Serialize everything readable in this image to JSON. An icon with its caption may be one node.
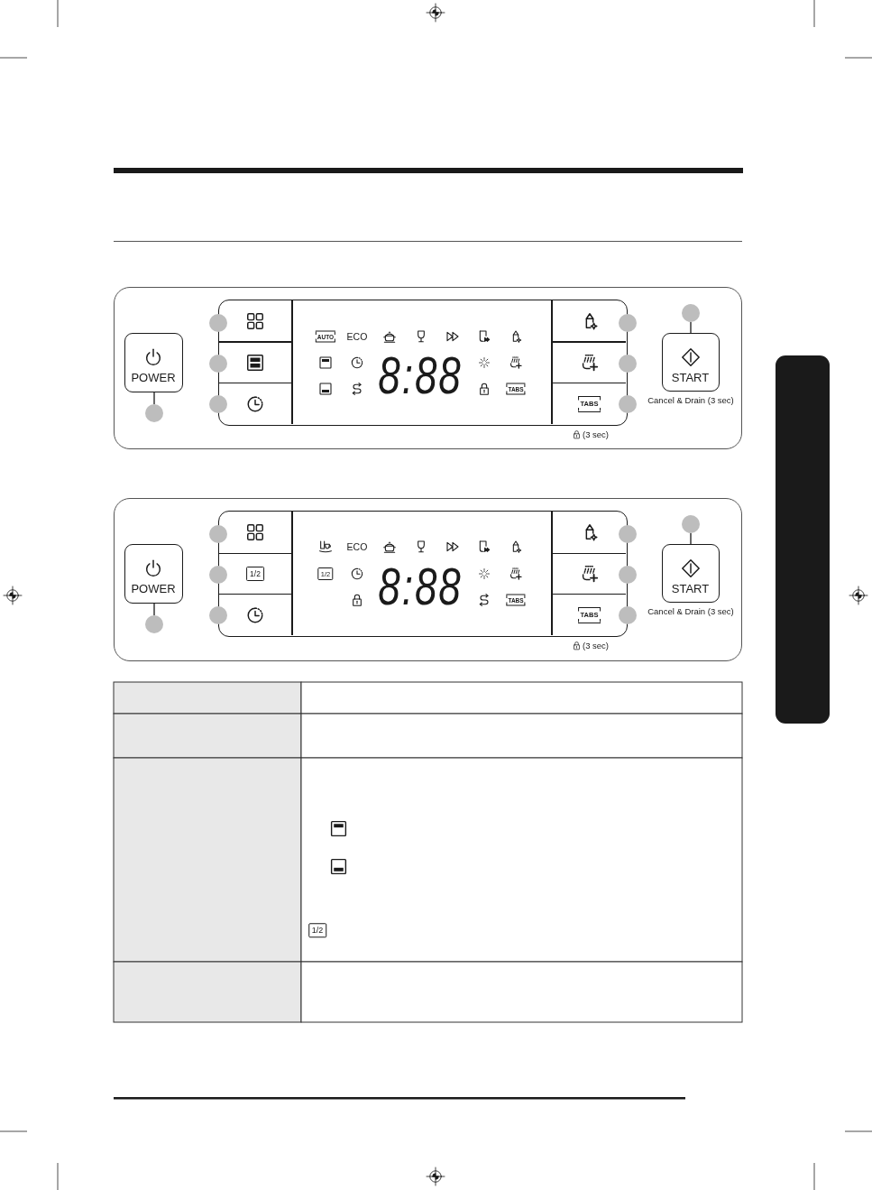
{
  "diagram": {
    "nodes": [
      {
        "text": [],
        "shape": "box"
      },
      {
        "text": [
          "POWER"
        ],
        "in": 0
      },
      {
        "text": [],
        "shape": "box",
        "in": 0
      },
      {
        "text": [],
        "shape": "box",
        "in": 2
      },
      {
        "text": [],
        "shape": "box",
        "in": 2
      },
      {
        "text": [],
        "shape": "box",
        "in": 2
      },
      {
        "text": [
          "AUTO",
          "ECO",
          "8:88",
          "TABS"
        ],
        "in": 2
      },
      {
        "text": [],
        "shape": "box",
        "in": 2
      },
      {
        "text": [],
        "shape": "box",
        "in": 2
      },
      {
        "text": [
          "TABS"
        ],
        "in": 2
      },
      {
        "text": [
          "START"
        ],
        "beside": [
          "Cancel & Drain (3 sec)"
        ],
        "in": 0
      },
      {
        "text": [],
        "shape": "circle",
        "in": 0
      },
      {
        "text": [],
        "shape": "circle",
        "in": 0
      },
      {
        "text": [],
        "shape": "circle",
        "in": 0
      },
      {
        "text": [],
        "shape": "circle",
        "in": 0
      },
      {
        "text": [],
        "shape": "circle",
        "in": 0
      },
      {
        "text": [],
        "shape": "circle",
        "in": 0
      },
      {
        "text": [],
        "shape": "circle",
        "in": 0
      },
      {
        "text": [],
        "shape": "circle",
        "in": 0
      },
      {
        "text": [],
        "shape": "box"
      },
      {
        "text": [
          "POWER"
        ],
        "in": 19
      },
      {
        "text": [],
        "shape": "box",
        "in": 19
      },
      {
        "text": [],
        "shape": "box",
        "in": 21
      },
      {
        "text": [
          "1/2"
        ],
        "in": 21
      },
      {
        "text": [],
        "shape": "box",
        "in": 21
      },
      {
        "text": [
          "ECO",
          "1/2",
          "8:88",
          "TABS"
        ],
        "in": 21
      },
      {
        "text": [],
        "shape": "box",
        "in": 21
      },
      {
        "text": [],
        "shape": "box",
        "in": 21
      },
      {
        "text": [
          "TABS"
        ],
        "in": 21
      },
      {
        "text": [
          "START"
        ],
        "beside": [
          "Cancel & Drain (3 sec)"
        ],
        "in": 19
      },
      {
        "text": [],
        "shape": "circle",
        "in": 19
      },
      {
        "text": [],
        "shape": "circle",
        "in": 19
      },
      {
        "text": [],
        "shape": "circle",
        "in": 19
      },
      {
        "text": [],
        "shape": "circle",
        "in": 19
      },
      {
        "text": [],
        "shape": "circle",
        "in": 19
      },
      {
        "text": [],
        "shape": "circle",
        "in": 19
      },
      {
        "text": [],
        "shape": "circle",
        "in": 19
      },
      {
        "text": [],
        "shape": "circle",
        "in": 19
      },
      {
        "text": [],
        "shape": "box"
      }
    ],
    "edges": [
      {
        "from": 11,
        "to": 1,
        "arrow": "none"
      },
      {
        "from": 18,
        "to": 10,
        "arrow": "none"
      },
      {
        "from": 30,
        "to": 20,
        "arrow": "none"
      },
      {
        "from": 37,
        "to": 29,
        "arrow": "none"
      }
    ],
    "labels": [
      "(3 sec)",
      "(3 sec)",
      "1/2"
    ]
  }
}
